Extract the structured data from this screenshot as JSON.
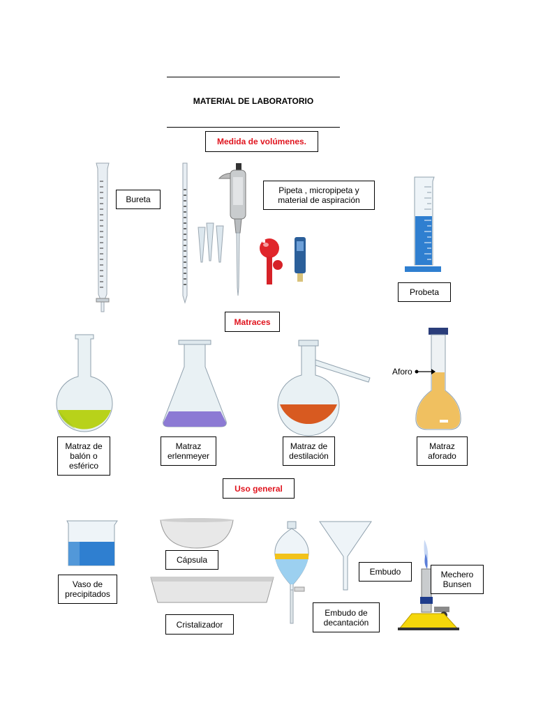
{
  "title": "MATERIAL DE LABORATORIO",
  "sections": {
    "volumes": "Medida de volúmenes.",
    "flasks": "Matraces",
    "general": "Uso general"
  },
  "labels": {
    "bureta": "Bureta",
    "pipeta": "Pipeta , micropipeta y\nmaterial de aspiración",
    "probeta": "Probeta",
    "balon": "Matraz de\nbalón o\nesférico",
    "erlenmeyer": "Matraz\nerlenmeyer",
    "destilacion": "Matraz de\ndestilación",
    "aforado": "Matraz\naforado",
    "aforo": "Aforo",
    "vaso": "Vaso de\nprecipitados",
    "capsula": "Cápsula",
    "cristalizador": "Cristalizador",
    "embudo": "Embudo",
    "decantacion": "Embudo de\ndecantación",
    "mechero": "Mechero\nBunsen"
  },
  "colors": {
    "section_red": "#e0141e",
    "liquid_blue": "#2f7fd0",
    "liquid_yellow": "#b8d21a",
    "liquid_purple": "#8c7ad4",
    "liquid_orange": "#d85a20",
    "liquid_amber": "#f0c060"
  }
}
